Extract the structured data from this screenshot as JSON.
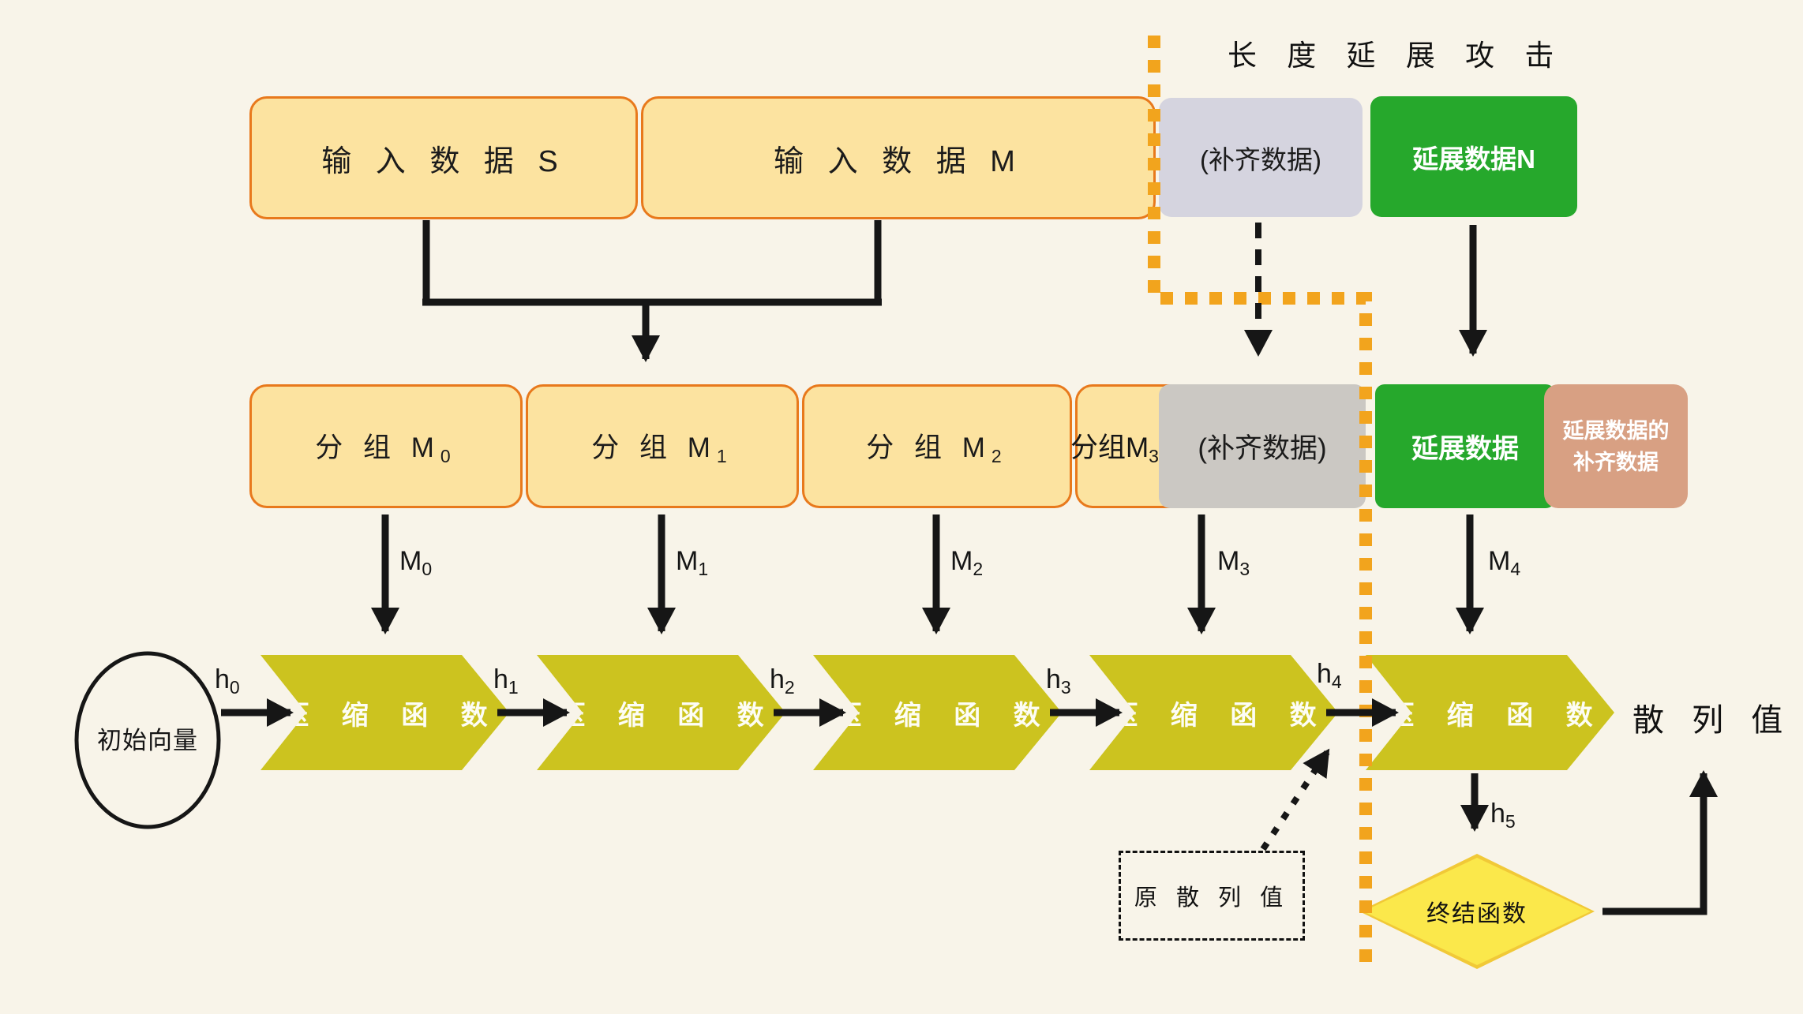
{
  "title": "长 度 延 展 攻 击",
  "top_row": {
    "input_s": "输 入 数 据 S",
    "input_m": "输 入 数 据 M",
    "padding": "(补齐数据)",
    "extension": "延展数据N"
  },
  "group_row": {
    "group0": {
      "base": "分 组 M",
      "sub": "0"
    },
    "group1": {
      "base": "分 组 M",
      "sub": "1"
    },
    "group2": {
      "base": "分 组 M",
      "sub": "2"
    },
    "group3": {
      "base": "分组M",
      "sub": "3"
    },
    "padding": "(补齐数据)",
    "extension": "延展数据",
    "extension_padding": {
      "line1": "延展数据的",
      "line2": "补齐数据"
    }
  },
  "pipeline": {
    "initial_vector": "初始向量",
    "compression_label": "压 缩 函 数",
    "hash_value": "散 列 值",
    "original_hash": "原 散 列 值",
    "finalization": "终结函数"
  },
  "labels": {
    "h": [
      {
        "base": "h",
        "sub": "0"
      },
      {
        "base": "h",
        "sub": "1"
      },
      {
        "base": "h",
        "sub": "2"
      },
      {
        "base": "h",
        "sub": "3"
      },
      {
        "base": "h",
        "sub": "4"
      },
      {
        "base": "h",
        "sub": "5"
      }
    ],
    "m": [
      {
        "base": "M",
        "sub": "0"
      },
      {
        "base": "M",
        "sub": "1"
      },
      {
        "base": "M",
        "sub": "2"
      },
      {
        "base": "M",
        "sub": "3"
      },
      {
        "base": "M",
        "sub": "4"
      }
    ]
  },
  "colors": {
    "background": "#F8F4E9",
    "block_yellow": "#FCE3A0",
    "block_border_orange": "#E8791C",
    "padding_gray_top": "#D5D4DF",
    "padding_gray_mid": "#CBC8C3",
    "extension_green": "#26A82C",
    "extension_padding_salmon": "#D8A083",
    "compression_olive": "#CCC31F",
    "finalization_yellow": "#FBE84B",
    "finalization_border": "#F1C937",
    "attack_boundary_orange": "#F2A41D",
    "line_black": "#161616"
  }
}
